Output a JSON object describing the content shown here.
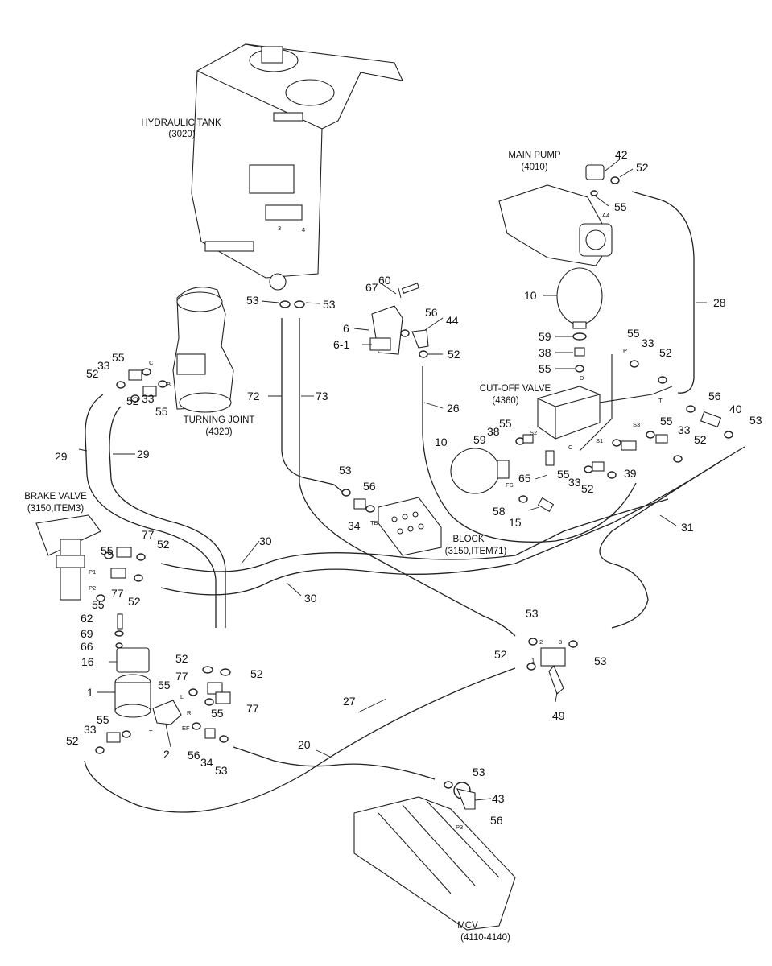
{
  "colors": {
    "ink": "#222222",
    "background": "#ffffff"
  },
  "components": {
    "hydraulic_tank": {
      "name": "HYDRAULIC TANK",
      "code": "(3020)",
      "port_3": "3",
      "port_4": "4"
    },
    "main_pump": {
      "name": "MAIN PUMP",
      "code": "(4010)",
      "port_a4": "A4"
    },
    "turning_joint": {
      "name": "TURNING JOINT",
      "code": "(4320)",
      "port_c": "C",
      "port_b": "B"
    },
    "brake_valve": {
      "name": "BRAKE VALVE",
      "code": "(3150,ITEM3)",
      "port_p1": "P1",
      "port_p2": "P2"
    },
    "cut_off_valve": {
      "name": "CUT-OFF VALVE",
      "code": "(4360)",
      "port_p": "P",
      "port_d": "D",
      "port_t": "T",
      "port_s2": "S2",
      "port_s1": "S1",
      "port_s3": "S3",
      "port_c": "C",
      "port_fs": "FS"
    },
    "block": {
      "name": "BLOCK",
      "code": "(3150,ITEM71)",
      "port_tb": "TB"
    },
    "mcv": {
      "name": "MCV",
      "code": "(4110-4140)",
      "port_p3": "P3"
    },
    "tee": {
      "port_1": "1",
      "port_2": "2",
      "port_3": "3"
    },
    "solenoid": {
      "port_t": "T",
      "port_l": "L",
      "port_r": "R",
      "port_ef": "EF"
    }
  },
  "callouts": {
    "n42": "42",
    "n52_pump": "52",
    "n55_pump": "55",
    "n28": "28",
    "n10_top": "10",
    "n60": "60",
    "n67": "67",
    "n6": "6",
    "n6_1": "6-1",
    "n56_filter": "56",
    "n44": "44",
    "n52_filter": "52",
    "n53_l": "53",
    "n53_r": "53",
    "n72": "72",
    "n73": "73",
    "n26": "26",
    "n59_top": "59",
    "n38_top": "38",
    "n55_mid": "55",
    "n55_cov": "55",
    "n33_cov": "33",
    "n52_cov": "52",
    "n56_right": "56",
    "n40": "40",
    "n53_right": "53",
    "n55_s3": "55",
    "n33_s3": "33",
    "n52_s3": "52",
    "n38_left": "38",
    "n55_s2": "55",
    "n59_left": "59",
    "n10_left": "10",
    "n65": "65",
    "n55_s1": "55",
    "n33_low": "33",
    "n52_low": "52",
    "n39": "39",
    "n58": "58",
    "n15": "15",
    "n31": "31",
    "n55_tj1": "55",
    "n33_tj1": "33",
    "n52_tj1": "52",
    "n52_tj2": "52",
    "n33_tj2": "33",
    "n55_tj2": "55",
    "n29_l": "29",
    "n29_r": "29",
    "n53_block": "53",
    "n56_block": "56",
    "n34_block": "34",
    "n30_upper": "30",
    "n30_lower": "30",
    "n55_bv1": "55",
    "n77_bv1": "77",
    "n52_bv1": "52",
    "n77_bv2": "77",
    "n55_bv2": "55",
    "n52_bv2": "52",
    "n62": "62",
    "n69": "69",
    "n66": "66",
    "n16": "16",
    "n1": "1",
    "n52_sol_l": "52",
    "n77_sol_l": "77",
    "n55_sol_l": "55",
    "n52_sol_r": "52",
    "n55_sol_r": "55",
    "n77_sol_r": "77",
    "n55_bl": "55",
    "n33_bl": "33",
    "n52_bl": "52",
    "n2": "2",
    "n56_ef": "56",
    "n34_ef": "34",
    "n53_ef": "53",
    "n53_tee_top": "53",
    "n52_tee": "52",
    "n53_tee_right": "53",
    "n49": "49",
    "n27": "27",
    "n20": "20",
    "n53_mcv": "53",
    "n43": "43",
    "n56_mcv": "56"
  }
}
